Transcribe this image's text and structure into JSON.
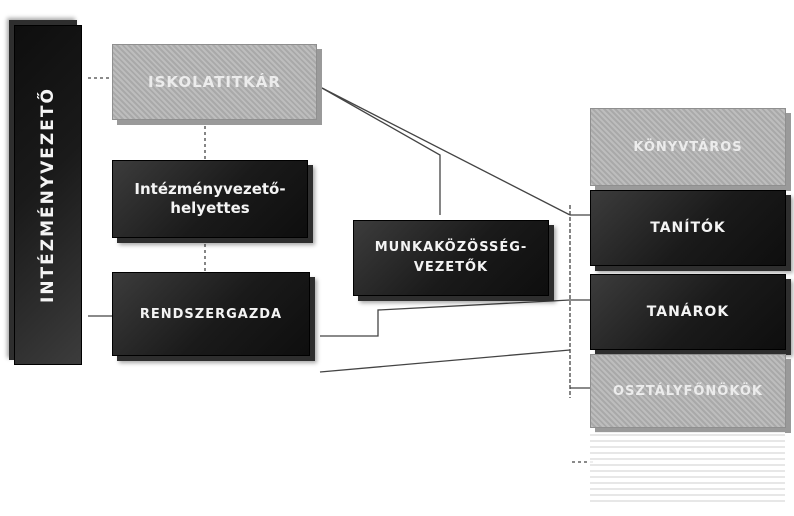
{
  "nodes": {
    "head": "INTÉZMÉNYVEZETŐ",
    "office": "ISKOLATITKÁR",
    "deputy": "Intézményvezető-helyettes",
    "sysadmin": "RENDSZERGAZDA",
    "workgroup": "MUNKAKÖZÖSSÉG-VEZETŐK",
    "librarian": "KÖNYVTÁROS",
    "teachers_lower": "TANÍTÓK",
    "teachers_upper": "TANÁROK",
    "class_teachers": "OSZTÁLYFŐNÖKÖK"
  }
}
